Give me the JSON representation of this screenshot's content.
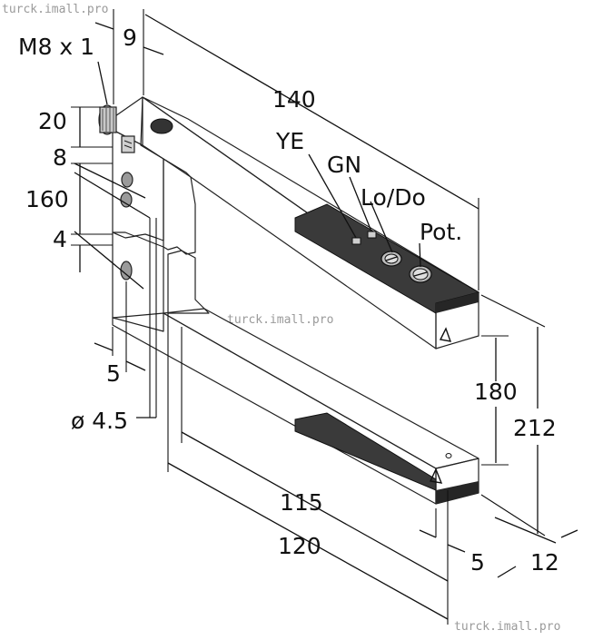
{
  "watermark_top": "turck.imall.pro",
  "watermark_mid": "turck.imall.pro",
  "watermark_bottom": "turck.imall.pro",
  "dimensions": {
    "thread": "M8 x 1",
    "d9": "9",
    "d140": "140",
    "d20": "20",
    "d8": "8",
    "d160": "160",
    "d4": "4",
    "d5_left": "5",
    "dia": "ø 4.5",
    "d180": "180",
    "d212": "212",
    "d115": "115",
    "d120": "120",
    "d5_right": "5",
    "d12": "12"
  },
  "indicators": {
    "ye": "YE",
    "gn": "GN",
    "lodo": "Lo/Do",
    "pot": "Pot."
  },
  "colors": {
    "body_light": "#d9d9d9",
    "body_mid": "#c2c2c2",
    "body_dark": "#a9a9a9",
    "panel": "#3a3a3a",
    "panel_side": "#262626"
  }
}
